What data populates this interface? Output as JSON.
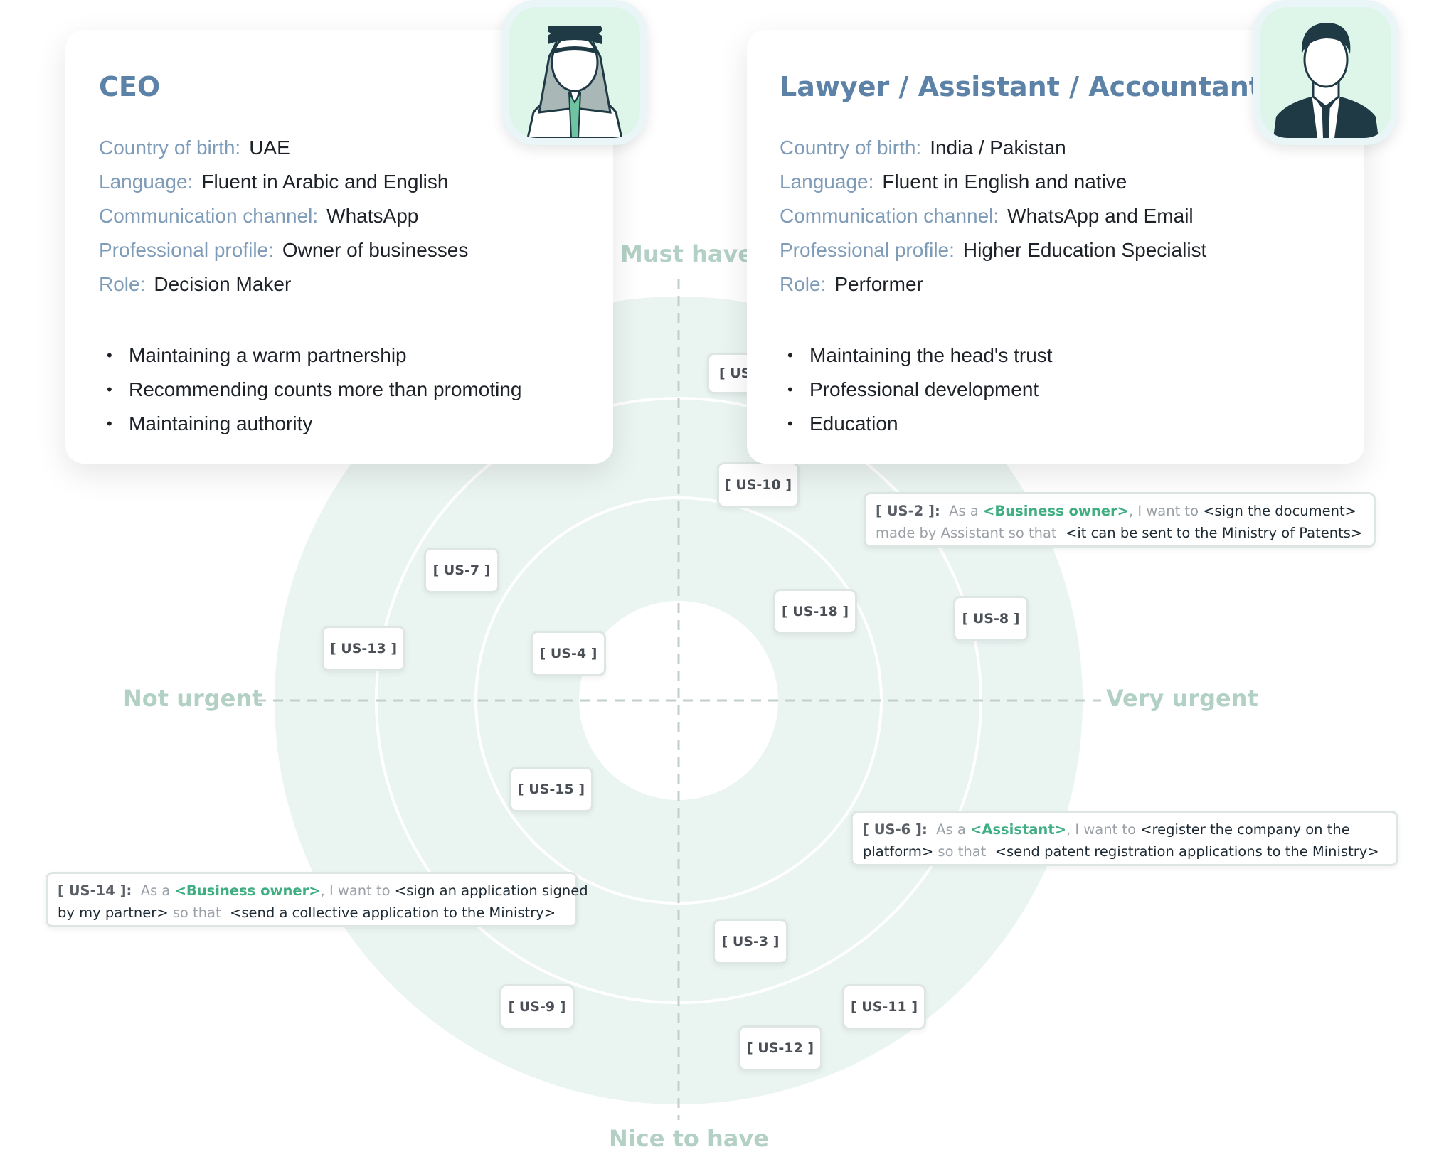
{
  "axes": {
    "top": "Must have",
    "bottom": "Nice to have",
    "left": "Not urgent",
    "right": "Very urgent"
  },
  "colors": {
    "ring_fill": "#eaf4f1",
    "axis_line": "#c3cfcb",
    "axis_label": "#b3d0c5",
    "persona_title": "#5c82a8",
    "field_key": "#7e9bb8",
    "actor_highlight": "#3fae83"
  },
  "stories": {
    "us10": "[ US-10 ]",
    "us7": "[ US-7 ]",
    "us13": "[ US-13 ]",
    "us4": "[ US-4 ]",
    "us18": "[ US-18 ]",
    "us8": "[ US-8 ]",
    "us15": "[ US-15 ]",
    "us3": "[ US-3 ]",
    "us9": "[ US-9 ]",
    "us11": "[ US-11 ]",
    "us12": "[ US-12 ]",
    "us_partial": "[ US"
  },
  "story_details": {
    "us2": {
      "id": "[ US-2 ]:",
      "as_a": "As a",
      "actor": "<Business owner>",
      "want": ", I want to",
      "action": "<sign the document>",
      "action_cont": "made by Assistant",
      "so_that": "so that",
      "goal": "<it can be sent to the Ministry of Patents>"
    },
    "us6": {
      "id": "[ US-6 ]:",
      "as_a": "As a",
      "actor": "<Assistant>",
      "want": ", I want to",
      "action": "<register the company on the",
      "action_cont": "platform>",
      "so_that": "so that",
      "goal": "<send patent registration applications to the Ministry>"
    },
    "us14": {
      "id": "[ US-14 ]:",
      "as_a": "As a",
      "actor": "<Business owner>",
      "want": ", I want to",
      "action": "<sign an application signed",
      "action_cont": "by my partner>",
      "so_that": "so that",
      "goal": "<send a collective application to the Ministry>"
    }
  },
  "personas": {
    "ceo": {
      "title": "CEO",
      "avatar_icon": "arab-businessman-avatar-icon",
      "fields": [
        {
          "key": "Country of birth:",
          "value": "UAE"
        },
        {
          "key": "Language:",
          "value": "Fluent in Arabic and English"
        },
        {
          "key": "Communication channel:",
          "value": "WhatsApp"
        },
        {
          "key": "Professional profile:",
          "value": "Owner of businesses"
        },
        {
          "key": "Role:",
          "value": "Decision Maker"
        }
      ],
      "bullets": [
        "Maintaining a warm partnership",
        "Recommending counts more than promoting",
        "Maintaining authority"
      ]
    },
    "lawyer": {
      "title": "Lawyer / Assistant / Accountant",
      "avatar_icon": "businessman-suit-avatar-icon",
      "fields": [
        {
          "key": "Country of birth:",
          "value": "India / Pakistan"
        },
        {
          "key": "Language:",
          "value": "Fluent in English and native"
        },
        {
          "key": "Communication channel:",
          "value": "WhatsApp and Email"
        },
        {
          "key": "Professional profile:",
          "value": "Higher Education Specialist"
        },
        {
          "key": "Role:",
          "value": "Performer"
        }
      ],
      "bullets": [
        "Maintaining the head's trust",
        "Professional development",
        "Education"
      ]
    }
  }
}
